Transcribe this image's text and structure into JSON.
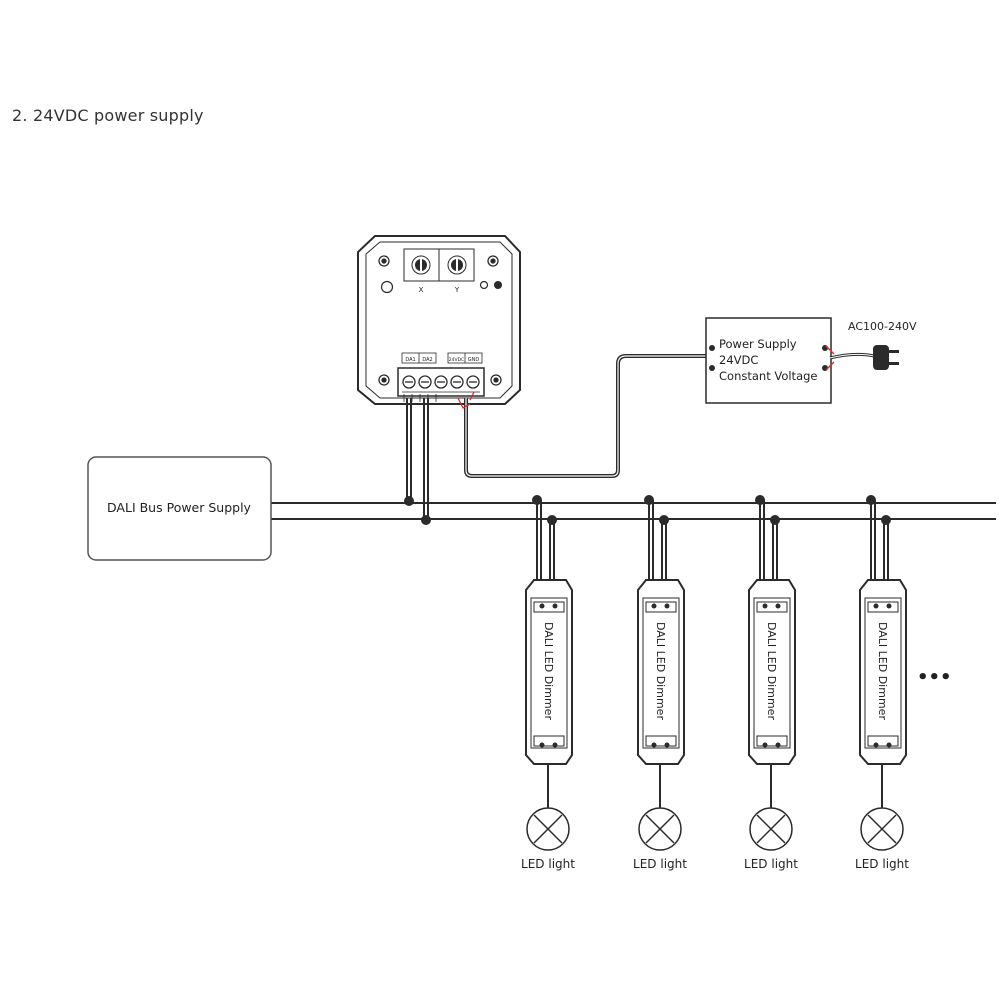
{
  "heading": "2. 24VDC power supply",
  "dali_bus_power_supply": {
    "label": "DALI Bus Power Supply"
  },
  "controller": {
    "dial_x_label": "X",
    "dial_y_label": "Y",
    "terminal_labels": [
      "DA1",
      "DA2",
      "24VDC",
      "GND"
    ]
  },
  "power_supply": {
    "line1": "Power Supply",
    "line2": "24VDC",
    "line3": "Constant Voltage",
    "ac_label": "AC100-240V"
  },
  "dimmers": [
    {
      "label": "DALI LED Dimmer",
      "light_label": "LED light"
    },
    {
      "label": "DALI LED Dimmer",
      "light_label": "LED light"
    },
    {
      "label": "DALI LED Dimmer",
      "light_label": "LED light"
    },
    {
      "label": "DALI LED Dimmer",
      "light_label": "LED light"
    }
  ],
  "continuation": "•••",
  "colors": {
    "line": "#2b2b2b",
    "accent_red": "#d0312d"
  }
}
